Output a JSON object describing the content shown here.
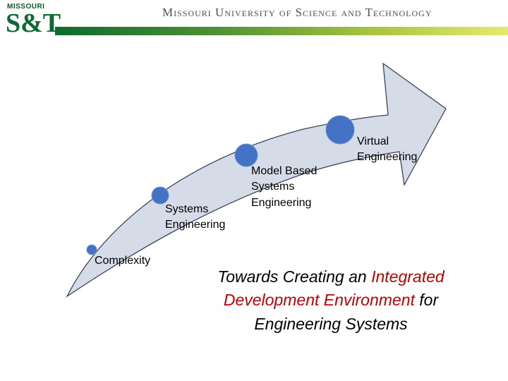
{
  "header": {
    "logo_top": "MISSOURI",
    "logo_main": "S&T",
    "university": "Missouri University of Science and Technology"
  },
  "diagram": {
    "stages": [
      {
        "label_line1": "Complexity",
        "label_line2": ""
      },
      {
        "label_line1": "Systems",
        "label_line2": "Engineering"
      },
      {
        "label_line1": "Model Based",
        "label_line2": "Systems",
        "label_line3": "Engineering"
      },
      {
        "label_line1": "Virtual",
        "label_line2": "Engineering"
      }
    ]
  },
  "tagline": {
    "part1": "Towards Creating an ",
    "part2": "Integrated",
    "part3": "Development Environment",
    "part4": " for",
    "part5": "Engineering Systems"
  },
  "colors": {
    "arrow_fill": "#d5dbe7",
    "arrow_stroke": "#3a4660",
    "dot_fill": "#4472c4",
    "accent_red": "#c00000"
  }
}
